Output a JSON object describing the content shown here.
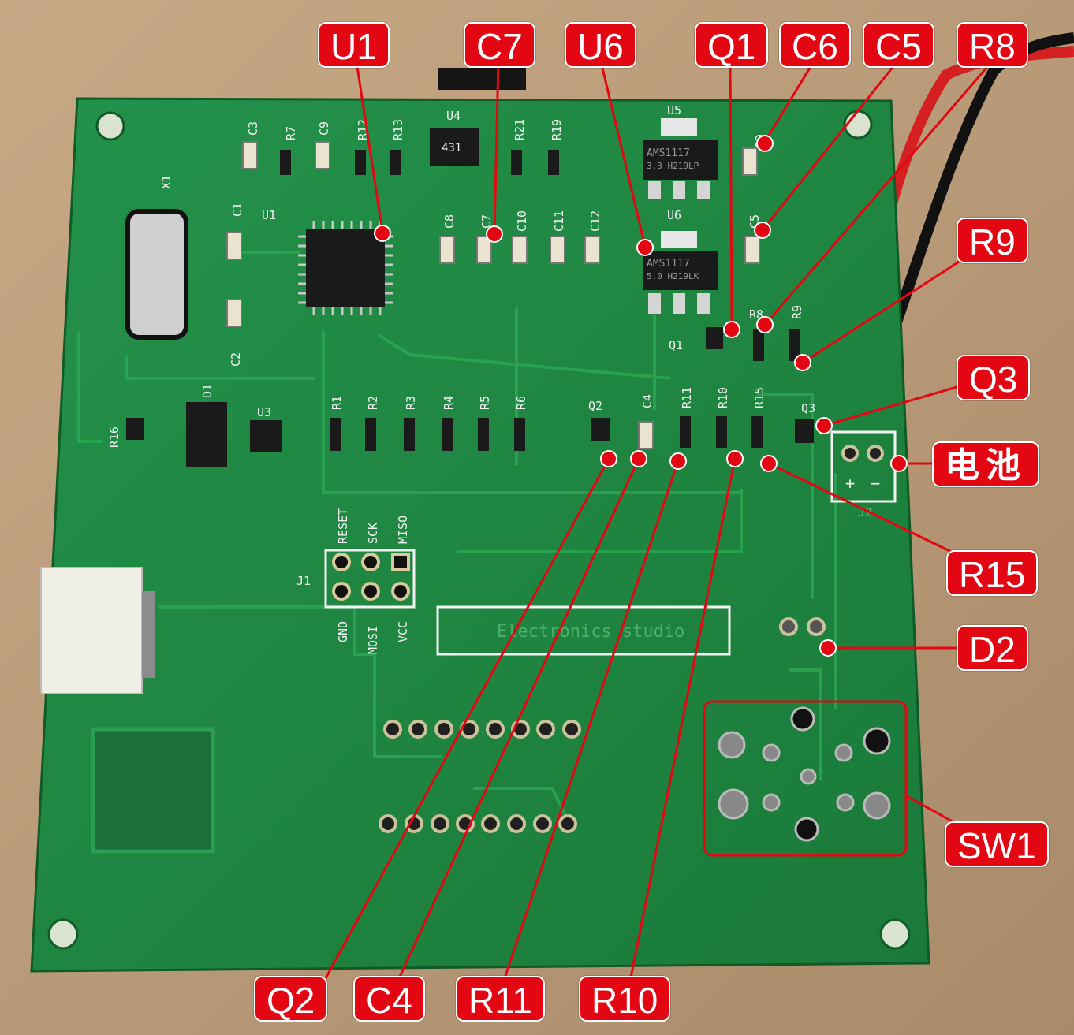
{
  "colors": {
    "callout": "#e30613",
    "pcb": "#1f8a3d",
    "silk": "#f2f2f2"
  },
  "callouts": {
    "u1": "U1",
    "c7": "C7",
    "u6": "U6",
    "q1": "Q1",
    "c6": "C6",
    "c5": "C5",
    "r8": "R8",
    "r9": "R9",
    "q3": "Q3",
    "battery": "电池",
    "r15": "R15",
    "d2": "D2",
    "sw1": "SW1",
    "q2": "Q2",
    "c4": "C4",
    "r11": "R11",
    "r10": "R10"
  },
  "silkscreen": {
    "c3": "C3",
    "r7": "R7",
    "c9": "C9",
    "r12": "R12",
    "r13": "R13",
    "u4": "U4",
    "u4_part": "431",
    "r21": "R21",
    "r19": "R19",
    "u5": "U5",
    "u5_part": "AMS1117",
    "u5_sub": "3.3 H219LP",
    "c6": "C6",
    "x1": "X1",
    "c1": "C1",
    "u1": "U1",
    "c8": "C8",
    "c7": "C7",
    "c10": "C10",
    "c11": "C11",
    "c12": "C12",
    "u6": "U6",
    "u6_part": "AMS1117",
    "u6_sub": "5.0 H219LK",
    "c5": "C5",
    "c2": "C2",
    "r8": "R8",
    "r9": "R9",
    "q1": "Q1",
    "d1": "D1",
    "u3": "U3",
    "r16": "R16",
    "r1": "R1",
    "r2": "R2",
    "r3": "R3",
    "r4": "R4",
    "r5": "R5",
    "r6": "R6",
    "q2": "Q2",
    "c4": "C4",
    "r11": "R11",
    "r10": "R10",
    "r15": "R15",
    "q3": "Q3",
    "plus": "+",
    "minus": "−",
    "j2": "J2",
    "reset": "RESET",
    "sck": "SCK",
    "miso": "MISO",
    "j1": "J1",
    "gnd": "GND",
    "mosi": "MOSI",
    "vcc": "VCC",
    "brand": "Electronics studio"
  }
}
